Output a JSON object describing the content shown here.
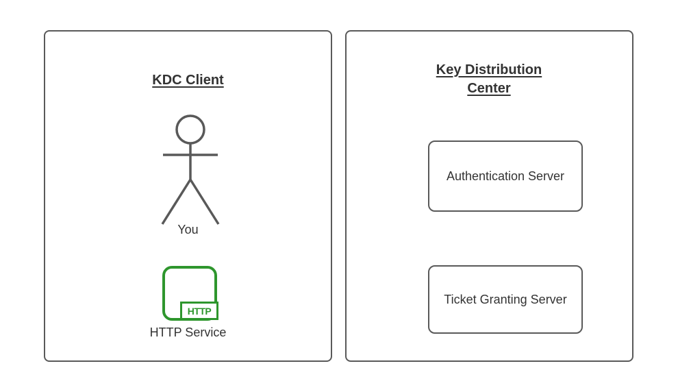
{
  "diagram": {
    "client_panel": {
      "title": "KDC Client",
      "actor_label": "You",
      "http_badge": "HTTP",
      "service_label": "HTTP Service"
    },
    "kdc_panel": {
      "title": "Key Distribution Center",
      "boxes": [
        {
          "label": "Authentication Server"
        },
        {
          "label": "Ticket Granting Server"
        }
      ]
    },
    "colors": {
      "border_gray": "#595959",
      "text_dark": "#333333",
      "service_green": "#2E962D",
      "background": "#ffffff"
    }
  }
}
